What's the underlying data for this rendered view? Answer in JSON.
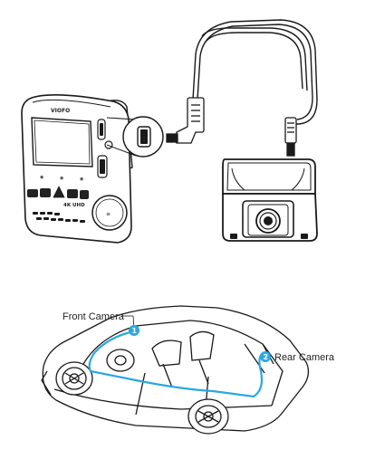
{
  "front_camera": {
    "brand": "VIOFO",
    "badge": "4K UHD"
  },
  "labels": {
    "front_camera": "Front Camera",
    "rear_camera": "Rear Camera",
    "marker_front": "1",
    "marker_rear": "2"
  },
  "colors": {
    "line": "#1a1a1a",
    "accent": "#2aa8e0",
    "body_fill": "#ffffff",
    "dark_fill": "#222222"
  }
}
